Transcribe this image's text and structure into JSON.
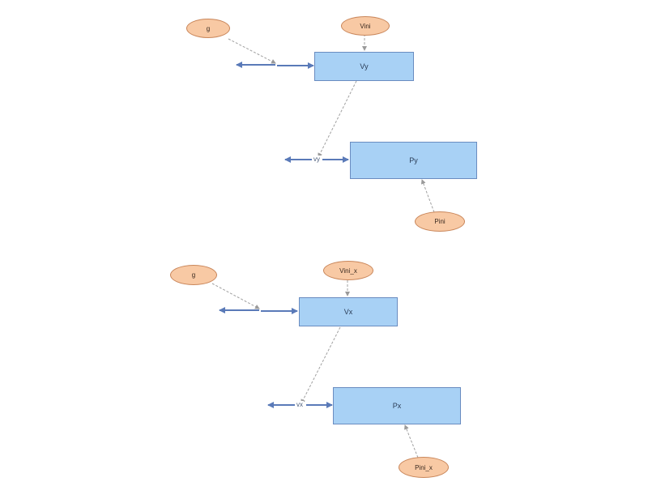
{
  "diagram_y": {
    "param_g": "g",
    "param_vini": "Vini",
    "stock_v": "Vy",
    "stock_p": "Py",
    "flow_label": "vy",
    "param_pini": "Pini"
  },
  "diagram_x": {
    "param_g": "g",
    "param_vini": "Vini_x",
    "stock_v": "Vx",
    "stock_p": "Px",
    "flow_label": "vx",
    "param_pini": "Pini_x"
  },
  "colors": {
    "stock_fill": "#a8d1f5",
    "stock_border": "#6a8cc0",
    "param_fill": "#f8c9a4",
    "flow": "#5a7ab8",
    "link": "#a0a0a0"
  }
}
